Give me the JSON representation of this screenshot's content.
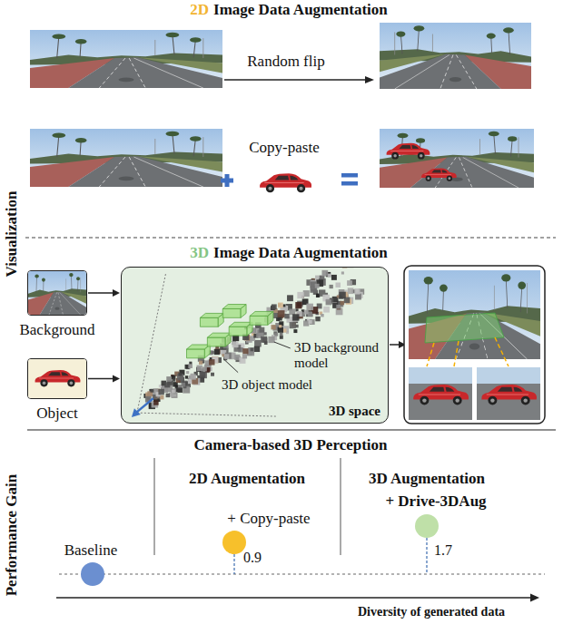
{
  "diagram": {
    "nodes": [
      {
        "text": [
          "Background"
        ]
      },
      {
        "text": [
          "Object"
        ]
      },
      {
        "text": [
          "3D background model",
          "3D object model",
          "3D space"
        ]
      }
    ],
    "edges": [
      {
        "from": 0,
        "to": 2,
        "arrow": "to"
      },
      {
        "from": 1,
        "to": 2,
        "arrow": "to"
      }
    ],
    "labels": [
      "2D",
      "Image Data Augmentation",
      "Random flip",
      "Copy-paste",
      "Visualization",
      "3D",
      "Image Data Augmentation",
      "Camera-based 3D Perception",
      "Performance Gain",
      "2D Augmentation",
      "3D Augmentation",
      "+ Drive-3DAug",
      "Baseline",
      "+ Copy-paste",
      "0.9",
      "1.7",
      "Diversity of generated data"
    ]
  }
}
